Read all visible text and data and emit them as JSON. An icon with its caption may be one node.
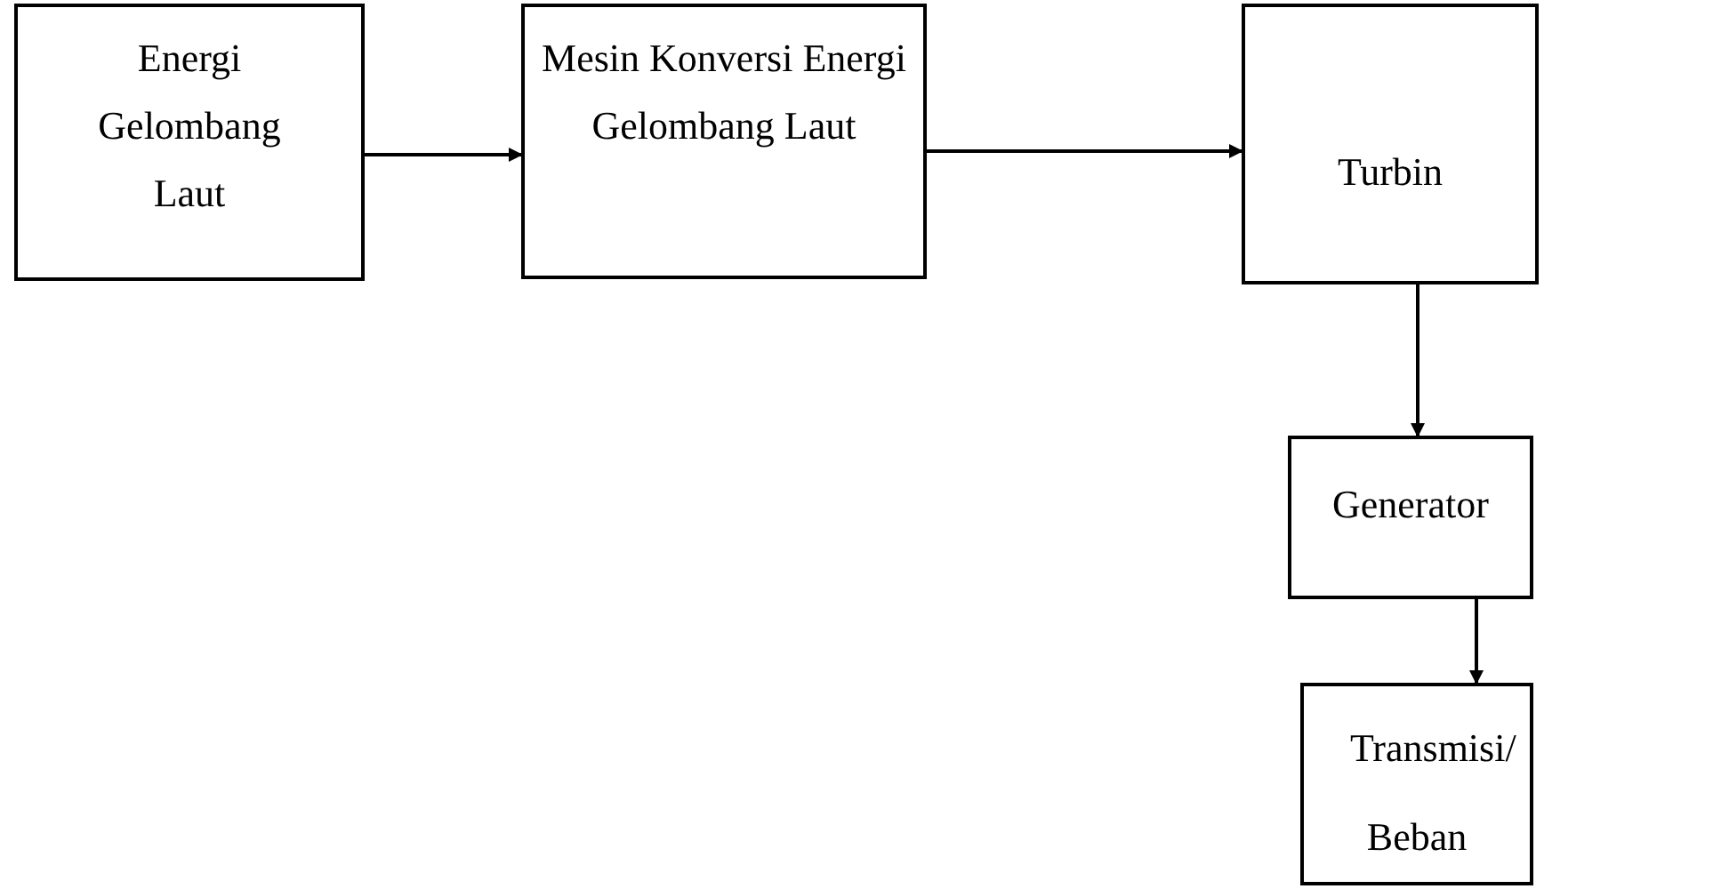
{
  "diagram": {
    "nodes": [
      {
        "text": [
          "Energi Gelombang Laut"
        ]
      },
      {
        "text": [
          "Mesin Konversi Energi Gelombang Laut"
        ]
      },
      {
        "text": [
          "Turbin"
        ]
      },
      {
        "text": [
          "Generator"
        ]
      },
      {
        "text": [
          "Transmisi/ Beban"
        ]
      }
    ],
    "edges": [
      {
        "from": 0,
        "to": 1,
        "arrow": "to"
      },
      {
        "from": 1,
        "to": 2,
        "arrow": "to"
      },
      {
        "from": 2,
        "to": 3,
        "arrow": "to"
      },
      {
        "from": 3,
        "to": 4,
        "arrow": "to"
      }
    ]
  }
}
